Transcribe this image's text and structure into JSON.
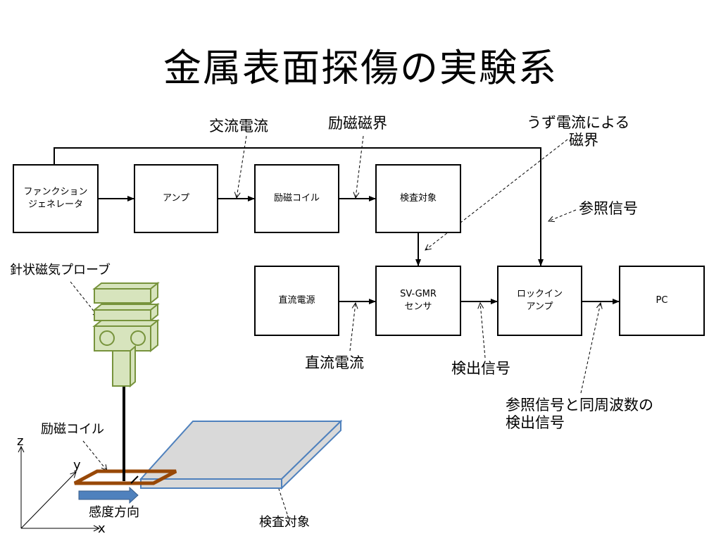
{
  "title": "金属表面探傷の実験系",
  "blocks": {
    "function_generator": [
      "ファンクション",
      "ジェネレータ"
    ],
    "amp": [
      "アンプ"
    ],
    "excitation_coil": [
      "励磁コイル"
    ],
    "test_object": [
      "検査対象"
    ],
    "dc_source": [
      "直流電源"
    ],
    "sensor": [
      "SV-GMR",
      "センサ"
    ],
    "lockin_amp": [
      "ロックイン",
      "アンプ"
    ],
    "pc": [
      "PC"
    ]
  },
  "annotations": {
    "ac_current": "交流電流",
    "excitation_field": "励磁磁界",
    "eddy_field_1": "うず電流による",
    "eddy_field_2": "磁界",
    "reference_signal": "参照信号",
    "dc_current": "直流電流",
    "detection_signal": "検出信号",
    "same_freq_1": "参照信号と同周波数の",
    "same_freq_2": "検出信号",
    "probe": "針状磁気プローブ",
    "coil": "励磁コイル",
    "sensitivity_dir": "感度方向",
    "test_object_plate": "検査対象"
  },
  "axes": {
    "z": "z",
    "y": "y",
    "x": "x"
  },
  "colors": {
    "probe_fill": "#d7e4bd",
    "probe_stroke": "#77933c",
    "plate_fill": "#d9d9d9",
    "plate_stroke": "#4f81bd",
    "coil": "#984807",
    "arrow_fill": "#4f81bd"
  }
}
